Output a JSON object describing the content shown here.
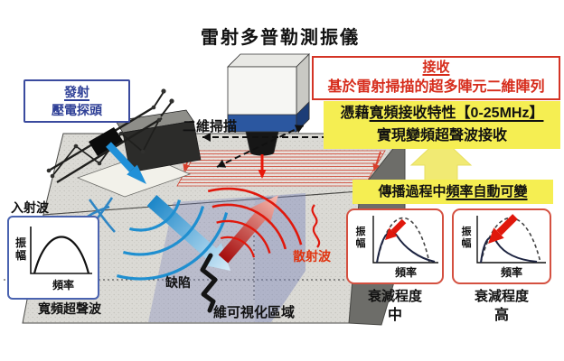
{
  "title": "雷射多普勒測振儀",
  "transmit_box": {
    "line1": "發射",
    "line2": "壓電探頭"
  },
  "receive_box": {
    "line1": "接收",
    "line2": "基於雷射掃描的超多陣元二維陣列"
  },
  "wideband_box": {
    "line1_prefix": "憑藉",
    "line1_underline": "寬頻接收特性【0-25MHz】",
    "line2": "實現變頻超聲波接收"
  },
  "freq_note": {
    "prefix": "傳播過程中",
    "underline": "頻率自動可變"
  },
  "labels": {
    "scan_2d": "二維掃描",
    "incident_wave": "入射波",
    "broadband_ultrasound": "寬頻超聲波",
    "defect": "缺陷",
    "scattered_wave": "散射波",
    "visualization_region": "維可視化區域"
  },
  "mini_charts": {
    "incident": {
      "type": "line",
      "ylabel": "振幅",
      "xlabel": "頻率",
      "curves": [
        "broadband-bell-solid"
      ]
    },
    "attenuation_mid": {
      "type": "line",
      "ylabel": "振幅",
      "xlabel": "頻率",
      "curves": [
        "original-bell-dashed",
        "attenuated-solid-shifted-low"
      ],
      "caption_line1": "衰減程度",
      "caption_line2": "中"
    },
    "attenuation_high": {
      "type": "line",
      "ylabel": "振幅",
      "xlabel": "頻率",
      "curves": [
        "original-bell-dashed",
        "strongly-attenuated-solid"
      ],
      "caption_line1": "衰減程度",
      "caption_line2": "高"
    }
  },
  "colors": {
    "accent_red": "#d62b1a",
    "accent_yellow": "#f5ee52",
    "accent_navy": "#2e3f96",
    "wave_blue": "#2090d8",
    "wave_red": "#e0180c",
    "block_gray": "#dbdad5",
    "block_side_gray": "#6d6d69"
  }
}
